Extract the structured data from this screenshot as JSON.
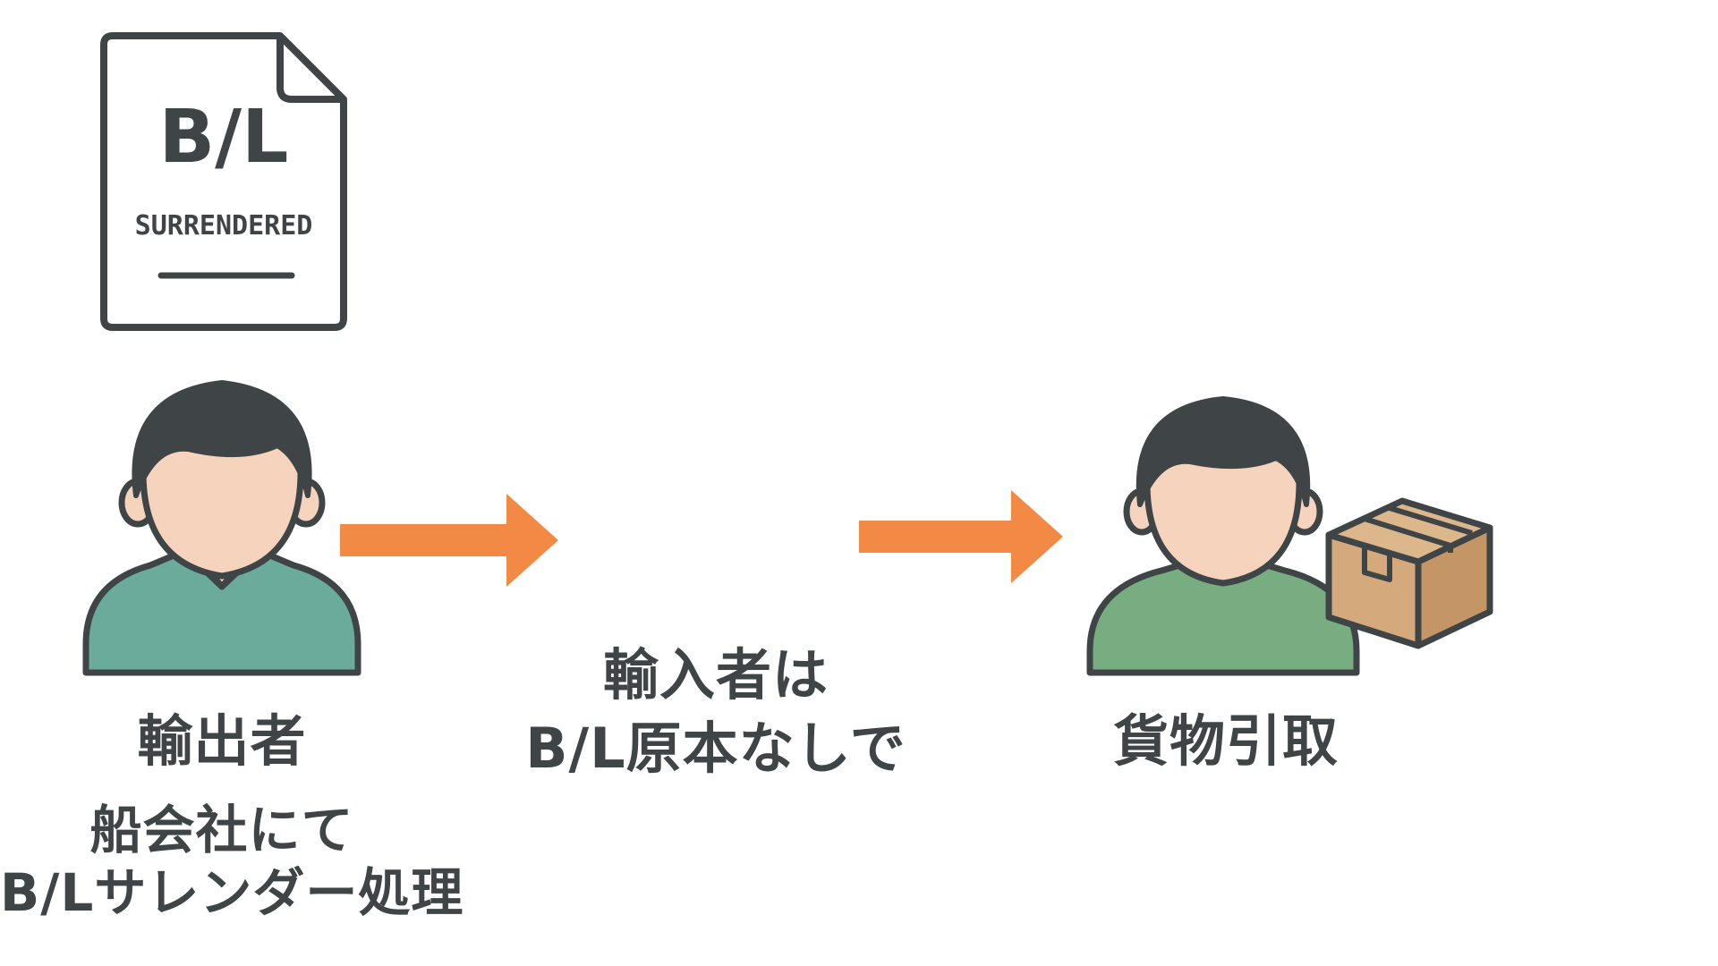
{
  "document": {
    "title": "B/L",
    "stamp": "SURRENDERED",
    "icon": "bill-of-lading-document-icon"
  },
  "exporter": {
    "title": "輸出者",
    "description_line1": "船会社にて",
    "description_line2": "B/Lサレンダー処理",
    "icon": "exporter-person-icon",
    "shirt_color": "#6aab9c"
  },
  "middle": {
    "line1": "輸入者は",
    "line2": "B/L原本なしで"
  },
  "importer": {
    "title": "貨物引取",
    "icon": "importer-person-icon",
    "shirt_color": "#78ad82",
    "cargo_icon": "cargo-box-icon"
  },
  "colors": {
    "outline": "#3f4447",
    "hair": "#3f4447",
    "skin": "#f5d3bc",
    "arrow": "#f28a45",
    "box": "#d4aa7d",
    "box_dark": "#c49665"
  }
}
